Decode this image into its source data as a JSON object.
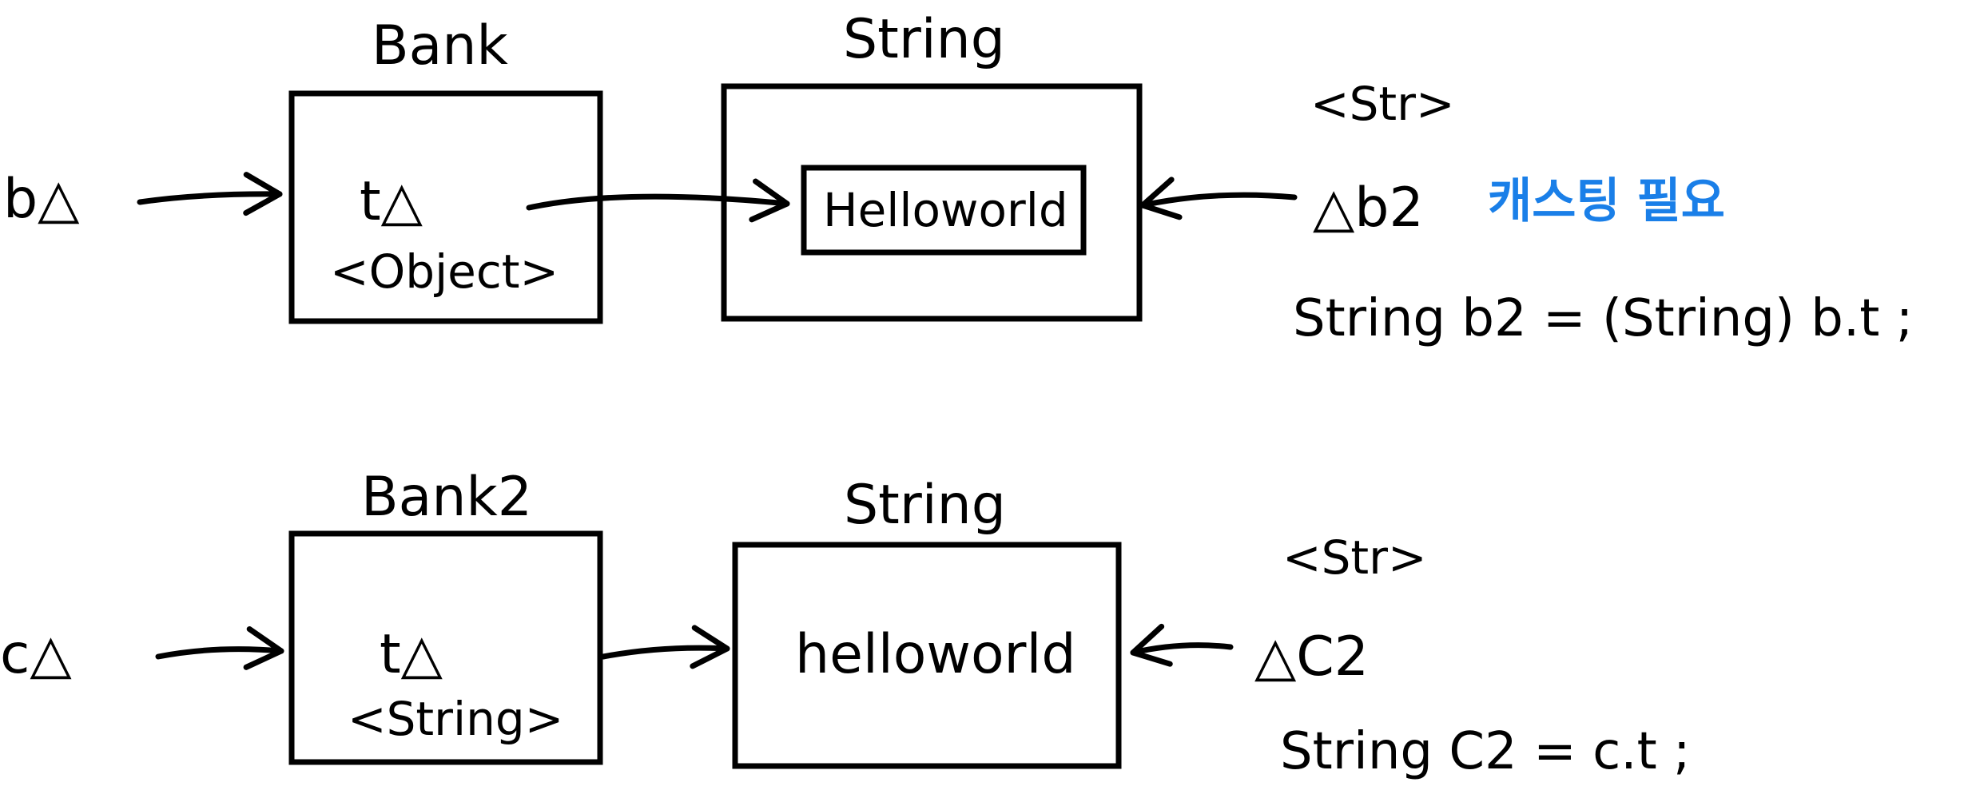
{
  "top": {
    "ref_b": "b△",
    "bank_title": "Bank",
    "bank_field": "t△",
    "bank_field_type": "<Object>",
    "string_title": "String",
    "string_value": "Helloworld",
    "ref_b2_type": "<Str>",
    "ref_b2": "△b2",
    "note": "캐스팅 필요",
    "code": "String b2 = (String) b.t ;"
  },
  "bottom": {
    "ref_c": "c△",
    "bank_title": "Bank2",
    "bank_field": "t△",
    "bank_field_type": "<String>",
    "string_title": "String",
    "string_value": "helloworld",
    "ref_c2_type": "<Str>",
    "ref_c2": "△C2",
    "code": "String C2 = c.t ;"
  },
  "colors": {
    "ink": "#000000",
    "note_blue": "#1a7fe8"
  }
}
